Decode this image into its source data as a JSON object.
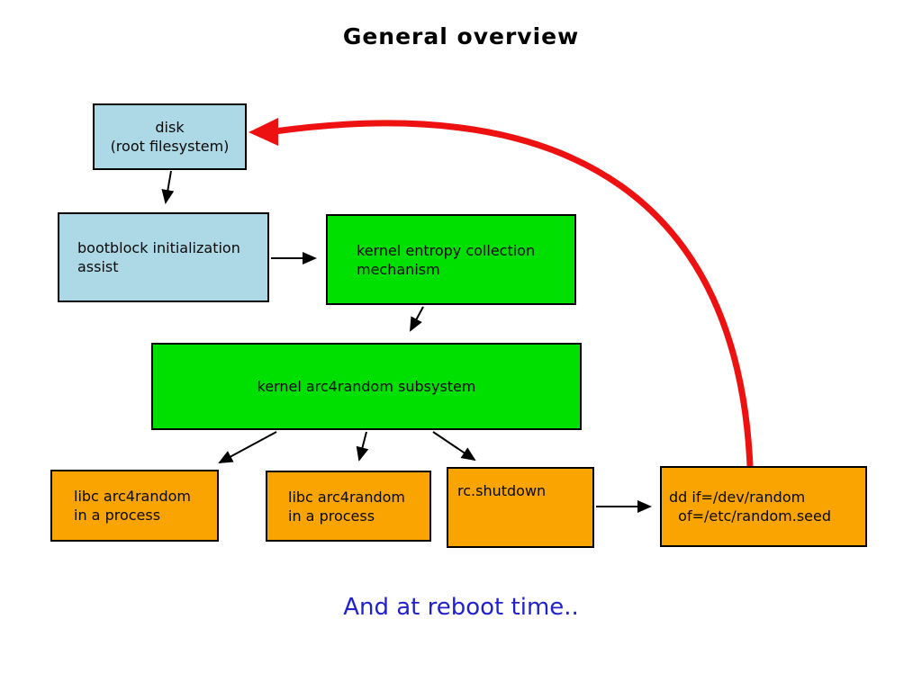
{
  "title": "General overview",
  "footer": "And at reboot time..",
  "colors": {
    "box_blue": "#add8e6",
    "box_green": "#00e000",
    "box_orange": "#f9a400",
    "arrow_black": "#000000",
    "arrow_red": "#ed1111",
    "footer_text_blue": "#2222cc",
    "title_text": "#000000"
  },
  "nodes": {
    "disk": {
      "label": "disk\n(root filesystem)",
      "color": "#add8e6"
    },
    "bootblock": {
      "label": "bootblock initialization\nassist",
      "color": "#add8e6"
    },
    "entropy": {
      "label": "kernel entropy collection\nmechanism",
      "color": "#00e000"
    },
    "arc4random": {
      "label": "kernel arc4random subsystem",
      "color": "#00e000"
    },
    "libc1": {
      "label": "libc arc4random\nin a process",
      "color": "#f9a400"
    },
    "libc2": {
      "label": "libc arc4random\nin a process",
      "color": "#f9a400"
    },
    "rcshutdown": {
      "label": "rc.shutdown",
      "color": "#f9a400"
    },
    "dd": {
      "label": "dd if=/dev/random\n  of=/etc/random.seed",
      "color": "#f9a400"
    }
  },
  "edges": [
    {
      "from": "disk",
      "to": "bootblock",
      "style": "black-arrow"
    },
    {
      "from": "bootblock",
      "to": "entropy",
      "style": "black-arrow"
    },
    {
      "from": "entropy",
      "to": "arc4random",
      "style": "black-arrow"
    },
    {
      "from": "arc4random",
      "to": "libc1",
      "style": "black-arrow"
    },
    {
      "from": "arc4random",
      "to": "libc2",
      "style": "black-arrow"
    },
    {
      "from": "arc4random",
      "to": "rcshutdown",
      "style": "black-arrow"
    },
    {
      "from": "rcshutdown",
      "to": "dd",
      "style": "black-arrow"
    },
    {
      "from": "dd",
      "to": "disk",
      "style": "red-curve-arrow"
    }
  ]
}
